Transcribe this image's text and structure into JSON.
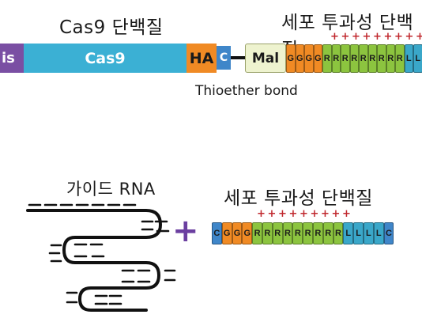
{
  "top": {
    "title_left": "Cas9 단백질",
    "title_right": "세포 투과성 단백질",
    "plus_signs": "+++++++++",
    "bond_label": "Thioether bond",
    "segments": {
      "his": "is",
      "cas9": "Cas9",
      "ha": "HA",
      "c": "C",
      "mal": "Mal"
    },
    "peptide": [
      "G",
      "G",
      "G",
      "G",
      "R",
      "R",
      "R",
      "R",
      "R",
      "R",
      "R",
      "R",
      "R",
      "L",
      "L"
    ]
  },
  "bottom": {
    "guide_rna_label": "가이드 RNA",
    "plus_operator": "+",
    "title": "세포 투과성 단백질",
    "plus_signs": "+++++++++",
    "peptide": [
      "C",
      "G",
      "G",
      "G",
      "R",
      "R",
      "R",
      "R",
      "R",
      "R",
      "R",
      "R",
      "R",
      "L",
      "L",
      "L",
      "L",
      "C"
    ]
  },
  "colors": {
    "purple": "#7a4fa3",
    "cas9": "#3bb0d4",
    "orange": "#f08a24",
    "blue": "#3f86c9",
    "mal": "#eef3cf",
    "green": "#8cc43f",
    "teal": "#3aa7c9",
    "plus": "#c0272d",
    "op": "#6b3fa0"
  }
}
